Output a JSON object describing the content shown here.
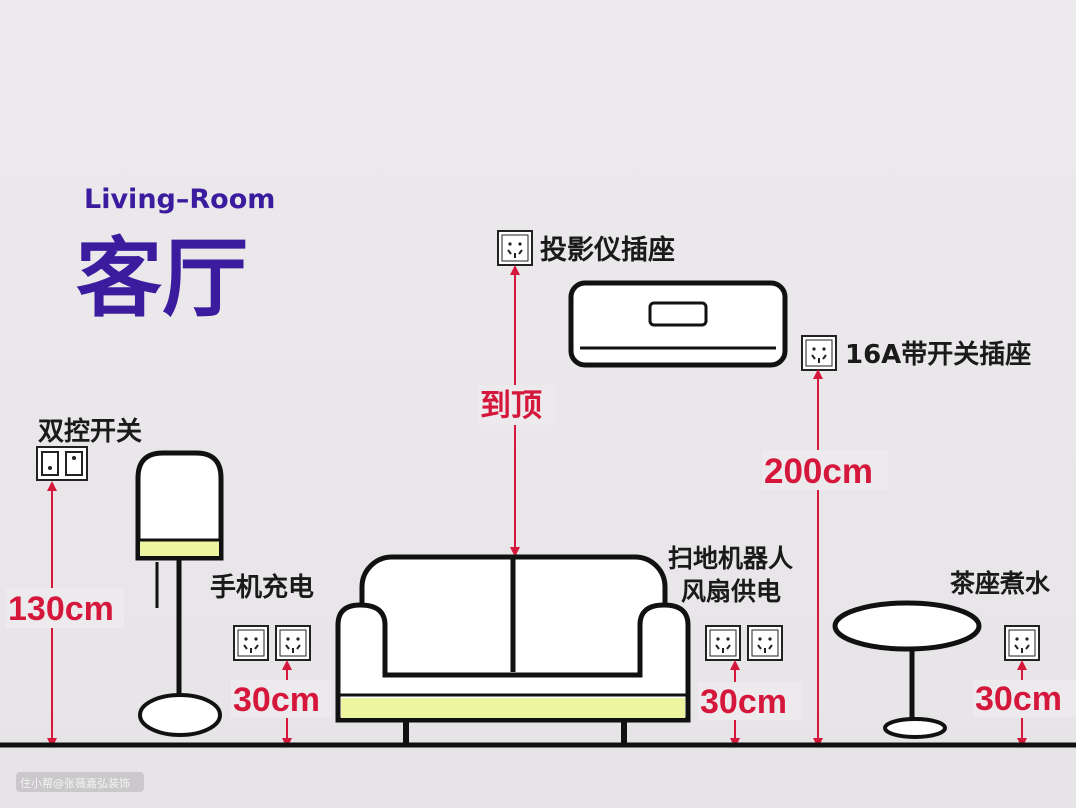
{
  "title_en": "Living–Room",
  "title_cn": "客厅",
  "labels": {
    "projector_socket": "投影仪插座",
    "ac_socket": "16A带开关插座",
    "to_ceiling": "到顶",
    "ac_height": "200cm",
    "dual_switch": "双控开关",
    "switch_height": "130cm",
    "phone_charging": "手机充电",
    "phone_height": "30cm",
    "robot_line1": "扫地机器人",
    "robot_line2": "风扇供电",
    "robot_height": "30cm",
    "tea": "茶座煮水",
    "tea_height": "30cm"
  },
  "watermark": "住小帮@张薇嘉弘装饰",
  "colors": {
    "accent_red": "#d5173c",
    "title_purple": "#3b1c9e",
    "highlight_yellow": "#eef5a0"
  }
}
